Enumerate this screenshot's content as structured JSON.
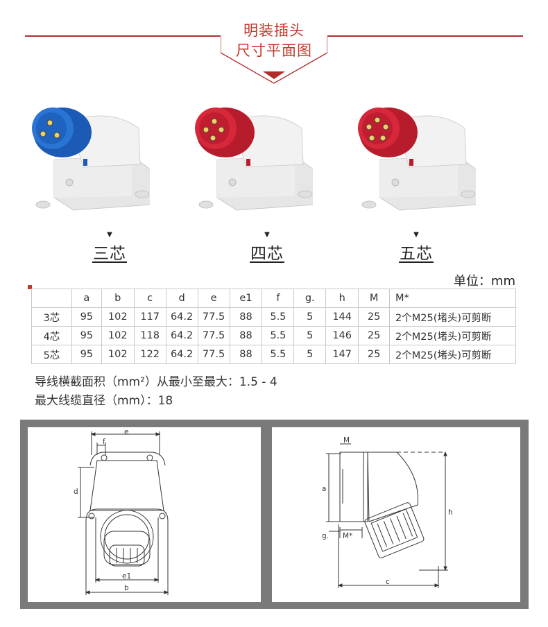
{
  "header": {
    "title_line1": "明装插头",
    "title_line2": "尺寸平面图",
    "accent_color": "#c0392b"
  },
  "products": [
    {
      "label": "三芯",
      "marker": "▼",
      "color": "blue",
      "pins": 3
    },
    {
      "label": "四芯",
      "marker": "▼",
      "color": "red",
      "pins": 4
    },
    {
      "label": "五芯",
      "marker": "▼",
      "color": "red",
      "pins": 5
    }
  ],
  "unit_label": "单位：mm",
  "table": {
    "headers": [
      "",
      "a",
      "b",
      "c",
      "d",
      "e",
      "e1",
      "f",
      "g.",
      "h",
      "M",
      "M*"
    ],
    "rows": [
      [
        "3芯",
        "95",
        "102",
        "117",
        "64.2",
        "77.5",
        "88",
        "5.5",
        "5",
        "144",
        "25",
        "2个M25(堵头)可剪断"
      ],
      [
        "4芯",
        "95",
        "102",
        "118",
        "64.2",
        "77.5",
        "88",
        "5.5",
        "5",
        "146",
        "25",
        "2个M25(堵头)可剪断"
      ],
      [
        "5芯",
        "95",
        "102",
        "122",
        "64.2",
        "77.5",
        "88",
        "5.5",
        "5",
        "147",
        "25",
        "2个M25(堵头)可剪断"
      ]
    ]
  },
  "notes": {
    "cross_section": "导线横截面积（mm²）从最小至最大：1.5 - 4",
    "cable_diameter": "最大线缆直径（mm）：18"
  },
  "drawings": {
    "front_labels": {
      "e": "e",
      "f": "f",
      "d": "d",
      "e1": "e1",
      "b": "b"
    },
    "side_labels": {
      "M": "M",
      "a": "a",
      "g": "g.",
      "Mstar": "M*",
      "h": "h",
      "c": "c"
    }
  }
}
